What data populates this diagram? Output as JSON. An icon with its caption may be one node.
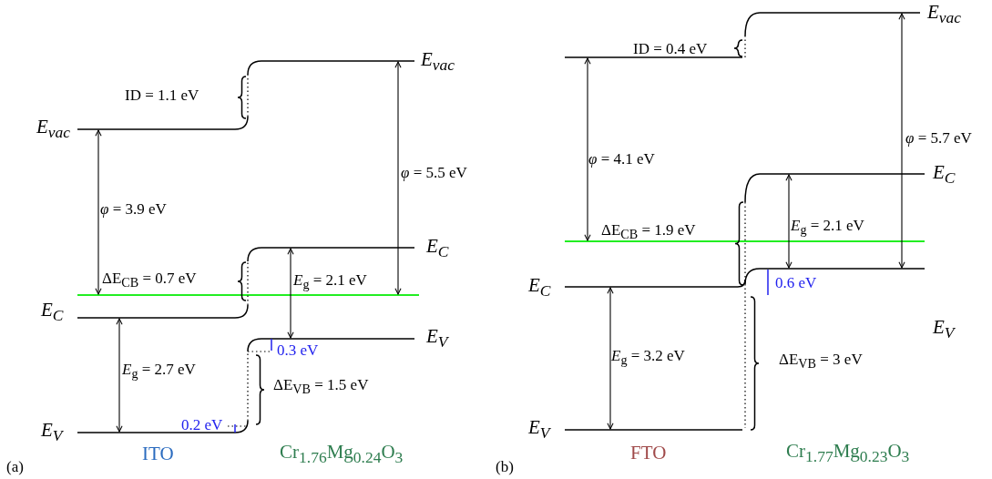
{
  "diagram": {
    "labels": [
      "ID = 1.1 eV",
      "E$_{vac}$",
      "E$_{vac}$",
      "*φ* = 5.5 eV",
      "*φ* = 3.9 eV",
      "E$_{C}$",
      "ΔE$_{CB}$ = 0.7 eV",
      "*E*$_{g}$ = 2.1 eV",
      "E$_{C}$",
      "E$_{V}$",
      "0.3 eV",
      "*E*$_{g}$ = 2.7 eV",
      "ΔE$_{VB}$ = 1.5 eV",
      "0.2 eV",
      "E$_{V}$",
      "ITO",
      "Cr$_{1.76}$Mg$_{0.24}$O$_{3}$",
      "(a)",
      "E$_{vac}$",
      "ID = 0.4 eV",
      "*φ* = 5.7 eV",
      "*φ* = 4.1 eV",
      "E$_{C}$",
      "*E*$_{g}$ = 2.1 eV",
      "ΔE$_{CB}$ = 1.9 eV",
      "0.6 eV",
      "E$_{C}$",
      "E$_{V}$",
      "ΔE$_{VB}$ = 3 eV",
      "*E*$_{g}$ = 3.2 eV",
      "E$_{V}$",
      "FTO",
      "Cr$_{1.77}$Mg$_{0.23}$O$_{3}$",
      "(b)"
    ]
  }
}
